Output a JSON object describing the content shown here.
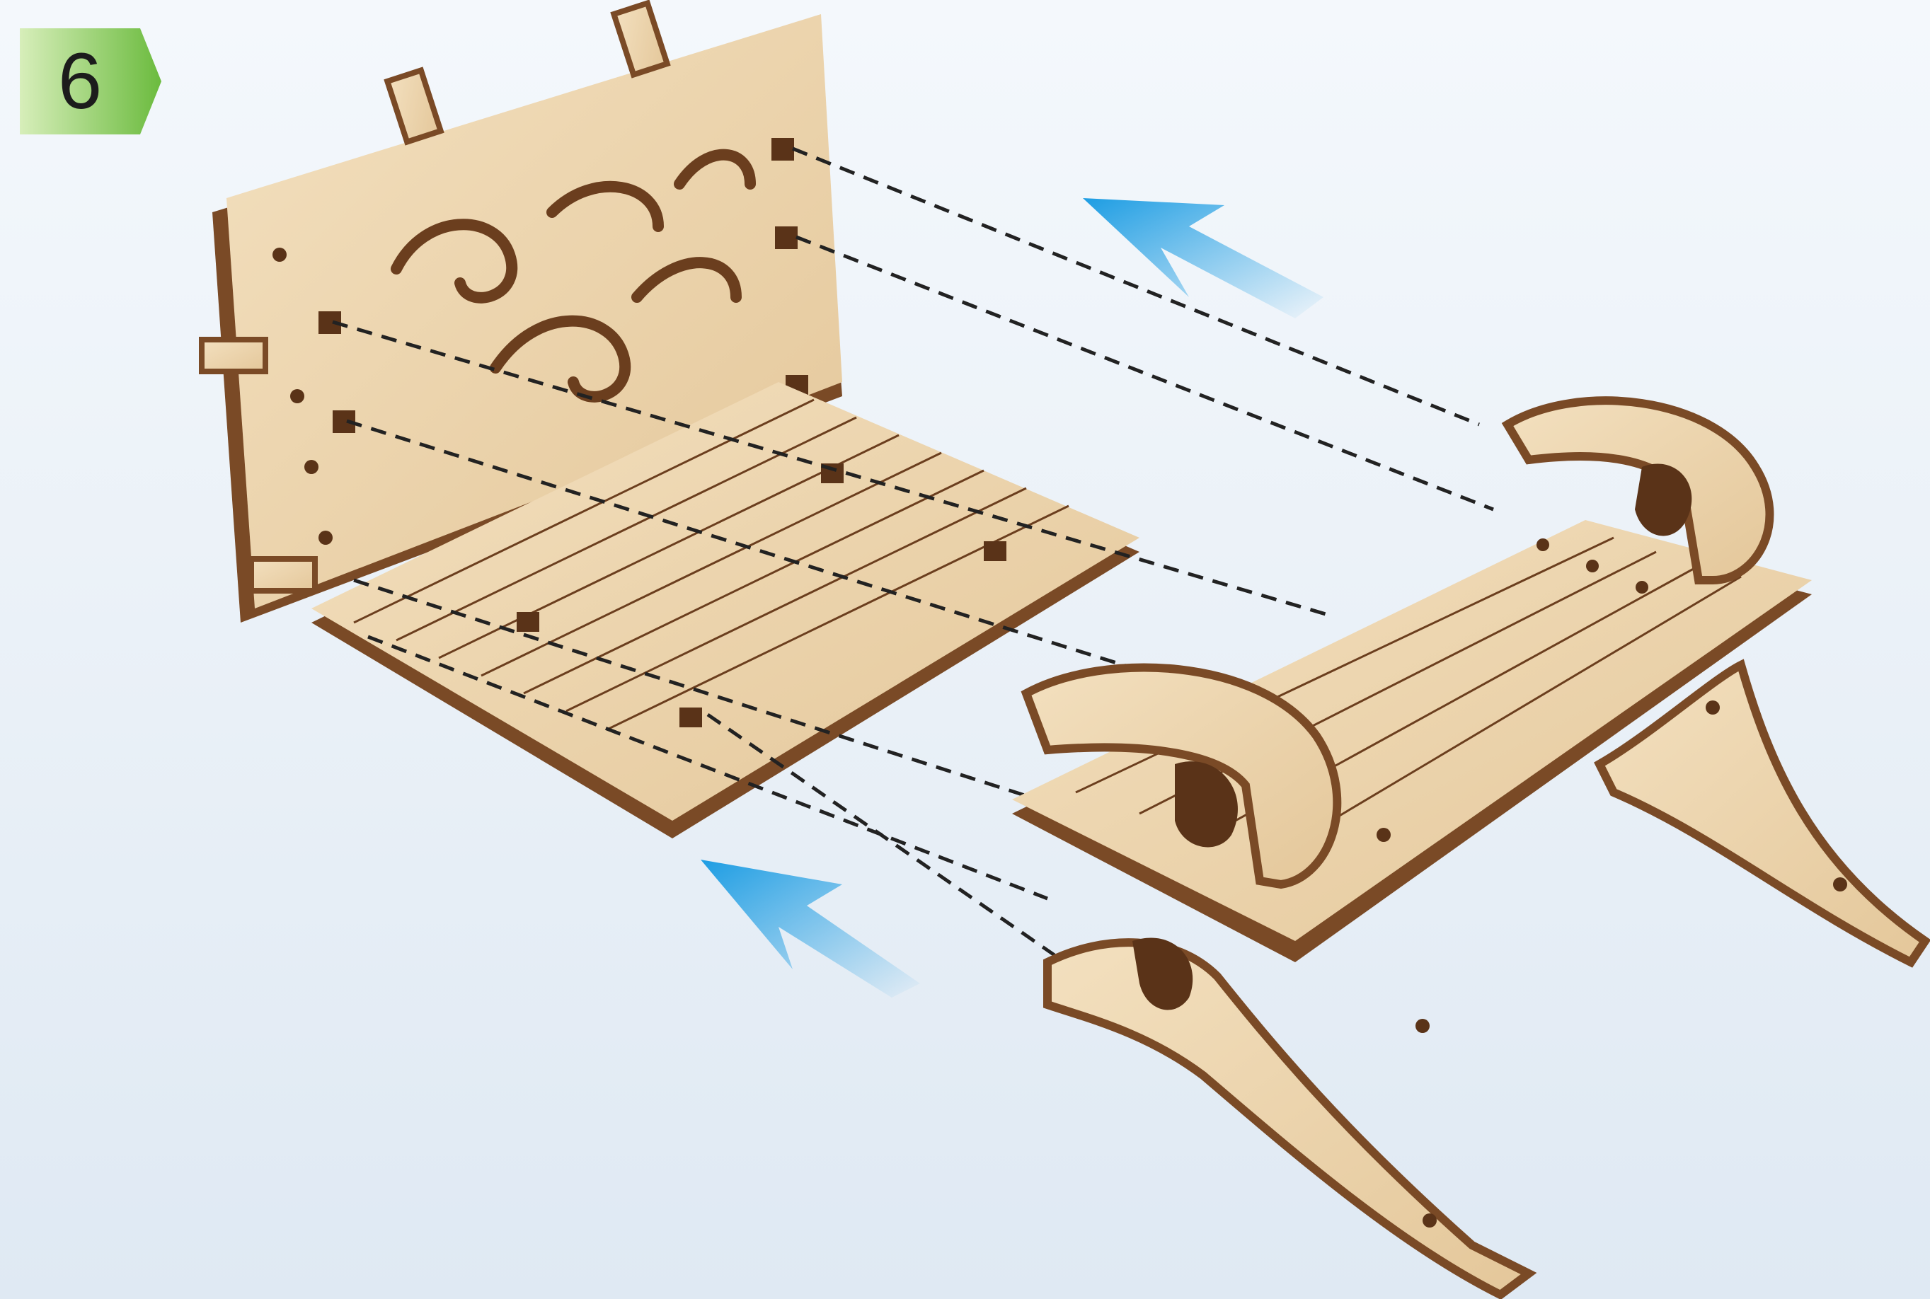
{
  "step": {
    "number": "6"
  },
  "colors": {
    "badge_green": "#7cc34a",
    "badge_green_light": "#c9e7a8",
    "wood_face": "#eed7b2",
    "wood_edge": "#7a4a26",
    "wood_edge_light": "#c08a57",
    "arrow_blue": "#2fa6e6",
    "dash_line": "#2a2a2a"
  },
  "icons": [
    "step-badge-shape",
    "assembly-arrow",
    "assembly-arrow"
  ]
}
